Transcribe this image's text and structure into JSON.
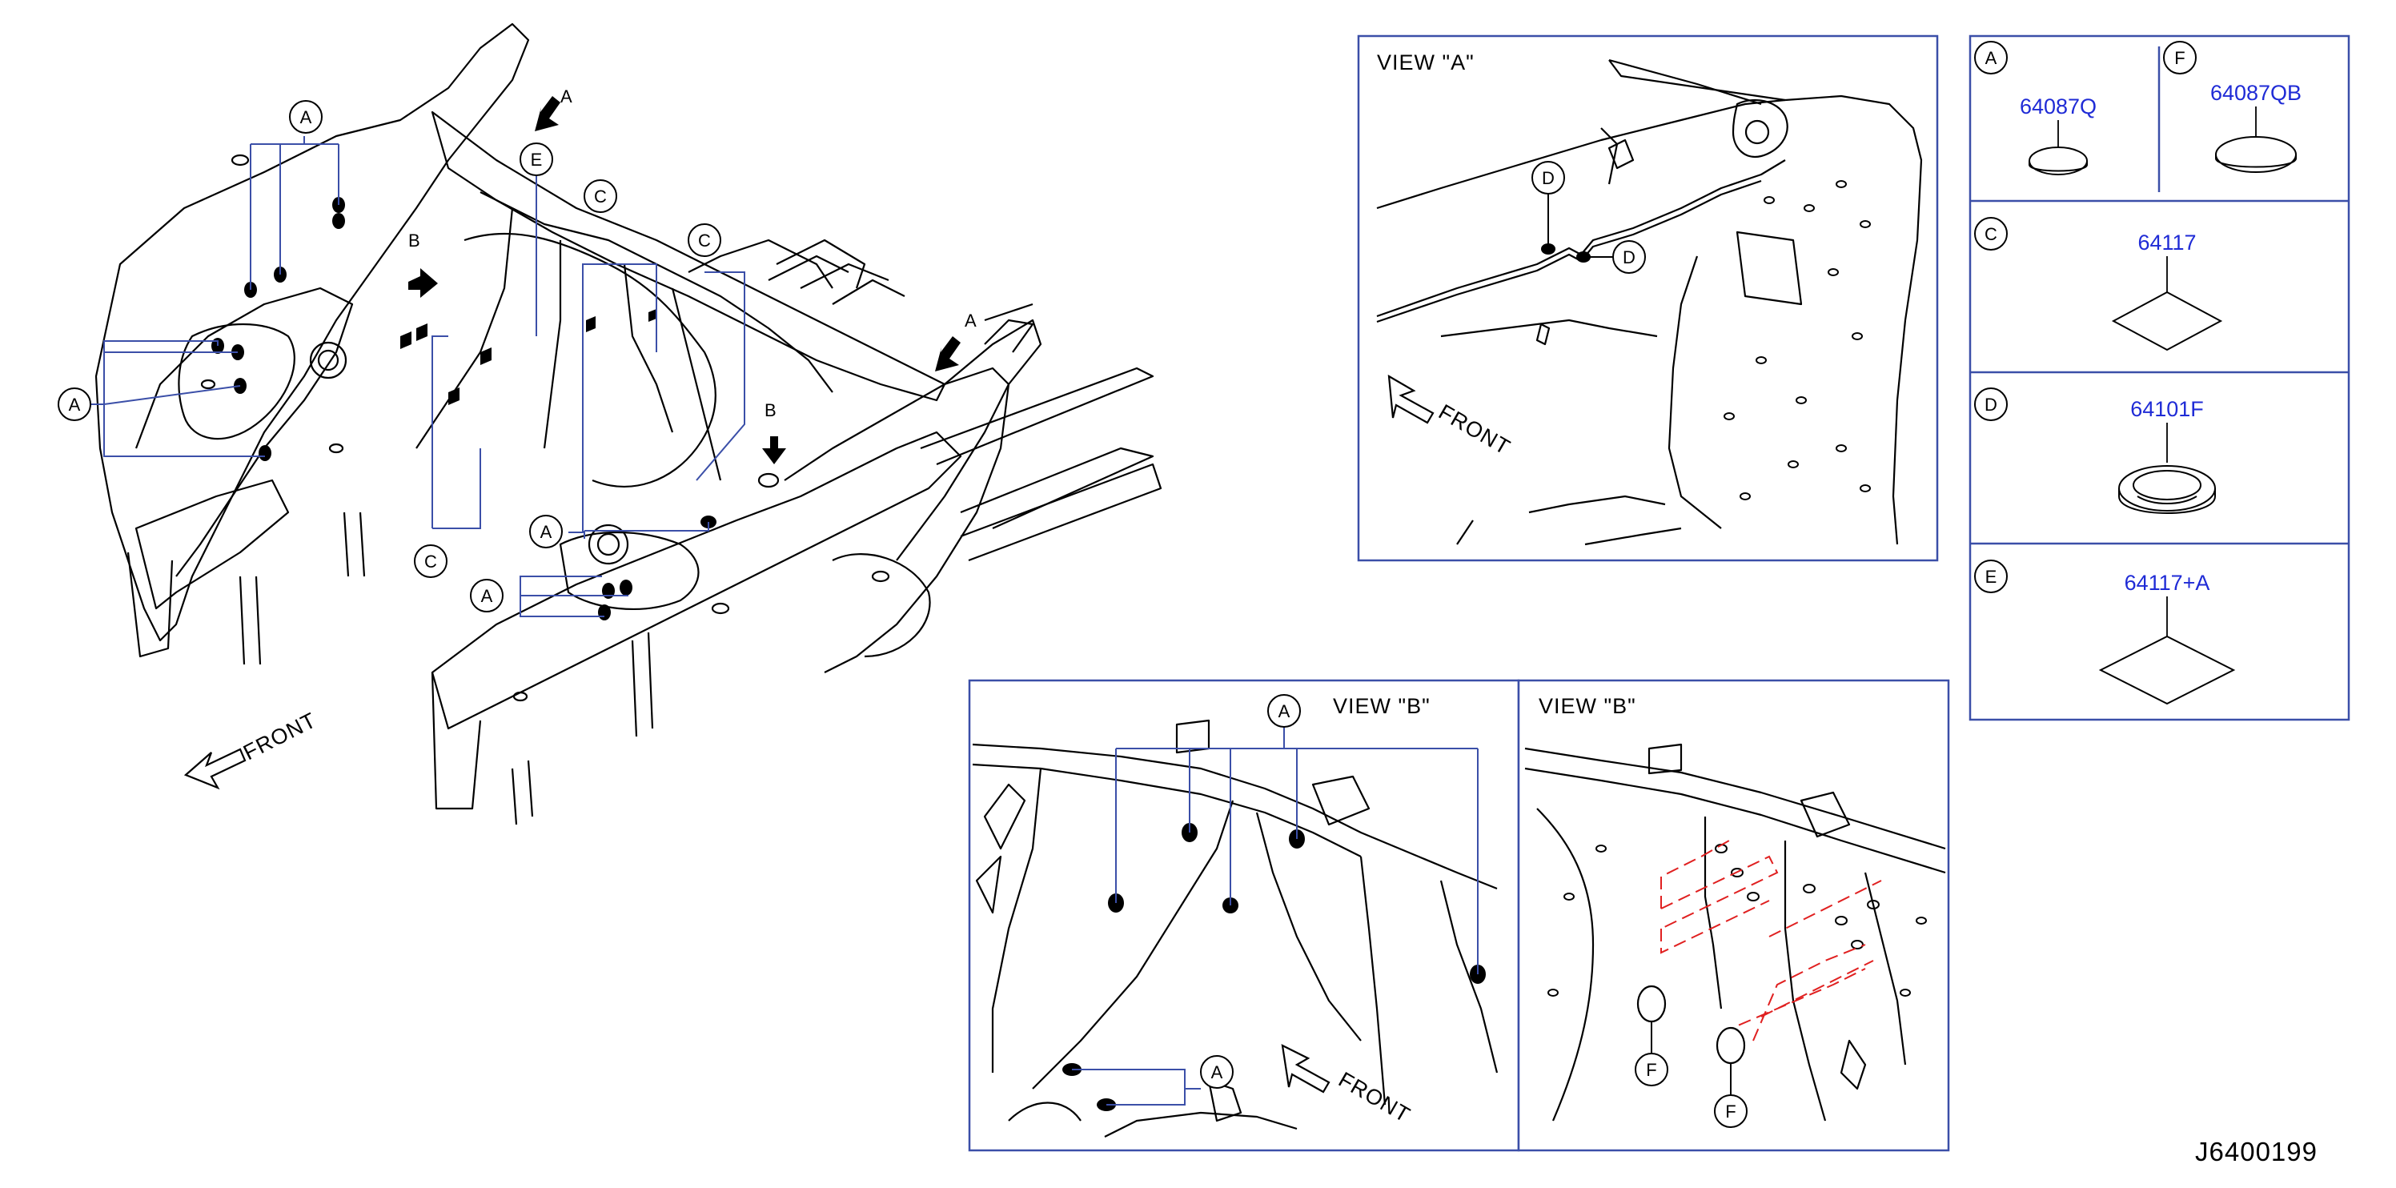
{
  "views": {
    "view_a_title": "VIEW  \"A\"",
    "view_b_title_1": "VIEW  \"B\"",
    "view_b_title_2": "VIEW  \"B\""
  },
  "direction": {
    "front_main": "FRONT",
    "front_view_a": "FRONT",
    "front_view_b": "FRONT"
  },
  "view_arrows": {
    "a": "A",
    "b": "B"
  },
  "callouts": {
    "a": "A",
    "c": "C",
    "d": "D",
    "e": "E",
    "f": "F"
  },
  "parts_legend": [
    {
      "letter": "A",
      "part_no": "64087Q",
      "shape": "round-plug"
    },
    {
      "letter": "F",
      "part_no": "64087QB",
      "shape": "round-plug"
    },
    {
      "letter": "C",
      "part_no": "64117",
      "shape": "square-seal"
    },
    {
      "letter": "D",
      "part_no": "64101F",
      "shape": "grommet"
    },
    {
      "letter": "E",
      "part_no": "64117+A",
      "shape": "square-seal"
    }
  ],
  "diagram_id": "J6400199",
  "colors": {
    "line": "#000000",
    "frame": "#3b4fa8",
    "part_number": "#1f2bd6",
    "hidden_line": "#e02020"
  }
}
